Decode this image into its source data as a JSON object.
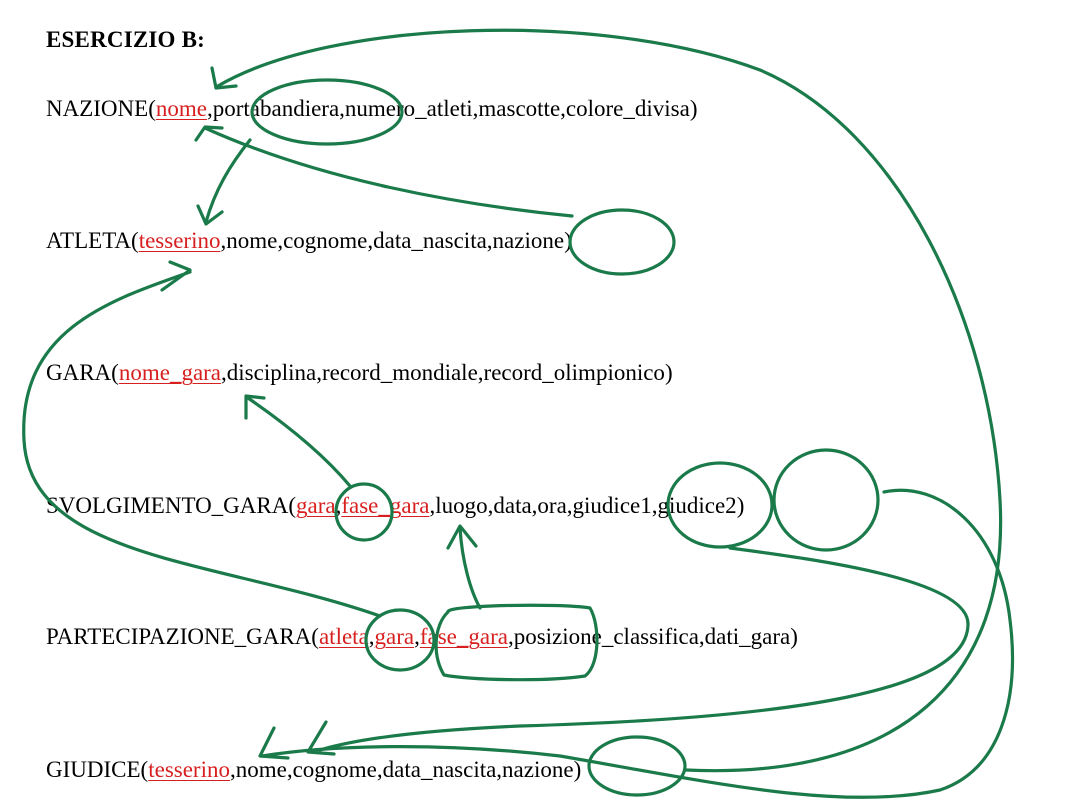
{
  "title": "ESERCIZIO B:",
  "relations": [
    {
      "name": "NAZIONE",
      "keys": [
        "nome"
      ],
      "attributes": "portabandiera,numero_atleti,mascotte,colore_divisa"
    },
    {
      "name": "ATLETA",
      "keys": [
        "tesserino"
      ],
      "attributes": "nome,cognome,data_nascita,nazione"
    },
    {
      "name": "GARA",
      "keys": [
        "nome_gara"
      ],
      "attributes": "disciplina,record_mondiale,record_olimpionico"
    },
    {
      "name": "SVOLGIMENTO_GARA",
      "keys": [
        "gara",
        "fase_gara"
      ],
      "attributes": "luogo,data,ora,giudice1,giudice2"
    },
    {
      "name": "PARTECIPAZIONE_GARA",
      "keys": [
        "atleta",
        "gara",
        "fase_gara"
      ],
      "attributes": "posizione_classifica,dati_gara"
    },
    {
      "name": "GIUDICE",
      "keys": [
        "tesserino"
      ],
      "attributes": "nome,cognome,data_nascita,nazione"
    }
  ],
  "colors": {
    "text": "#000000",
    "key": "#d71f1f",
    "annotation": "#1a7a4a"
  }
}
